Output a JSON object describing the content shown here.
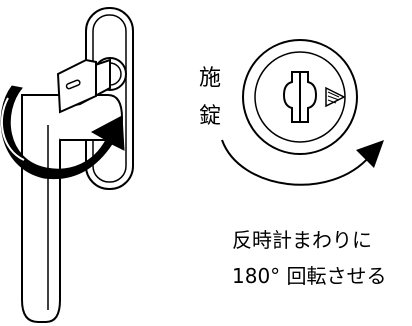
{
  "lock_label": [
    "施",
    "錠"
  ],
  "instruction": {
    "line1": "反時計まわりに",
    "line2": "180° 回転させる"
  }
}
